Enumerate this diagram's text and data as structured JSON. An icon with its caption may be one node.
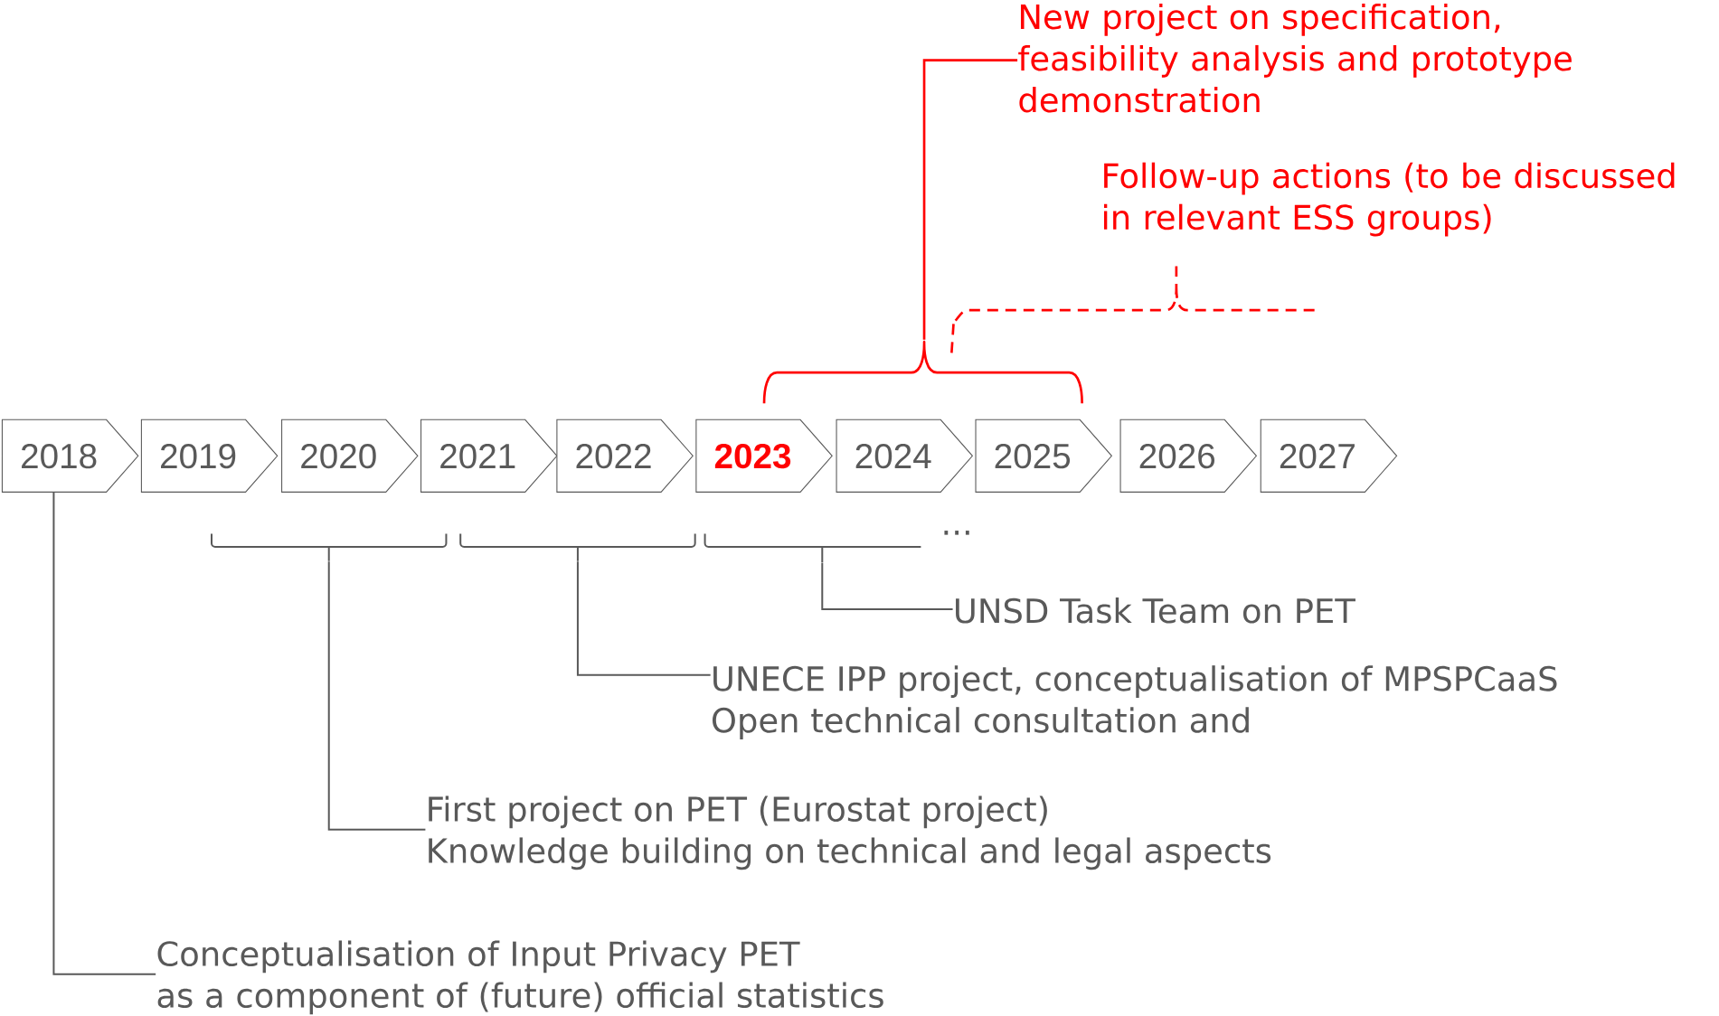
{
  "diagram": {
    "nodes": [
      {
        "text": [
          "2018"
        ]
      },
      {
        "text": [
          "2019"
        ]
      },
      {
        "text": [
          "2020"
        ]
      },
      {
        "text": [
          "2021"
        ]
      },
      {
        "text": [
          "2022"
        ]
      },
      {
        "text": [
          "2023"
        ]
      },
      {
        "text": [
          "2024"
        ]
      },
      {
        "text": [
          "2025"
        ]
      },
      {
        "text": [
          "2026"
        ]
      },
      {
        "text": [
          "2027"
        ]
      },
      {
        "text": [
          "Conceptualisation of Input Privacy PET",
          "as a component of (future) official statistics"
        ]
      },
      {
        "text": [
          "First project on PET (Eurostat project)",
          "Knowledge building on technical and legal aspects"
        ]
      },
      {
        "text": [
          "UNECE IPP project, conceptualisation of MPSPCaaS",
          "Open technical consultation and"
        ]
      },
      {
        "text": [
          "UNSD Task Team on PET"
        ]
      },
      {
        "text": [
          "New project on specification, feasibility analysis and prototype demonstration"
        ]
      },
      {
        "text": [],
        "shape": "bracket"
      },
      {
        "text": [],
        "shape": "bracket"
      },
      {
        "text": [],
        "shape": "bracket"
      },
      {
        "text": [],
        "shape": "bracket"
      }
    ],
    "edges": [
      {
        "from": 10,
        "to": 0,
        "arrow": "none"
      },
      {
        "from": 11,
        "to": 15,
        "arrow": "none"
      },
      {
        "from": 12,
        "to": 16,
        "arrow": "none"
      },
      {
        "from": 13,
        "to": 17,
        "arrow": "none"
      },
      {
        "from": 14,
        "to": 18,
        "arrow": "none",
        "color": "#ff0000"
      }
    ],
    "labels": [
      "Follow-up actions (to be discussed in relevant ESS groups)",
      "..."
    ]
  }
}
